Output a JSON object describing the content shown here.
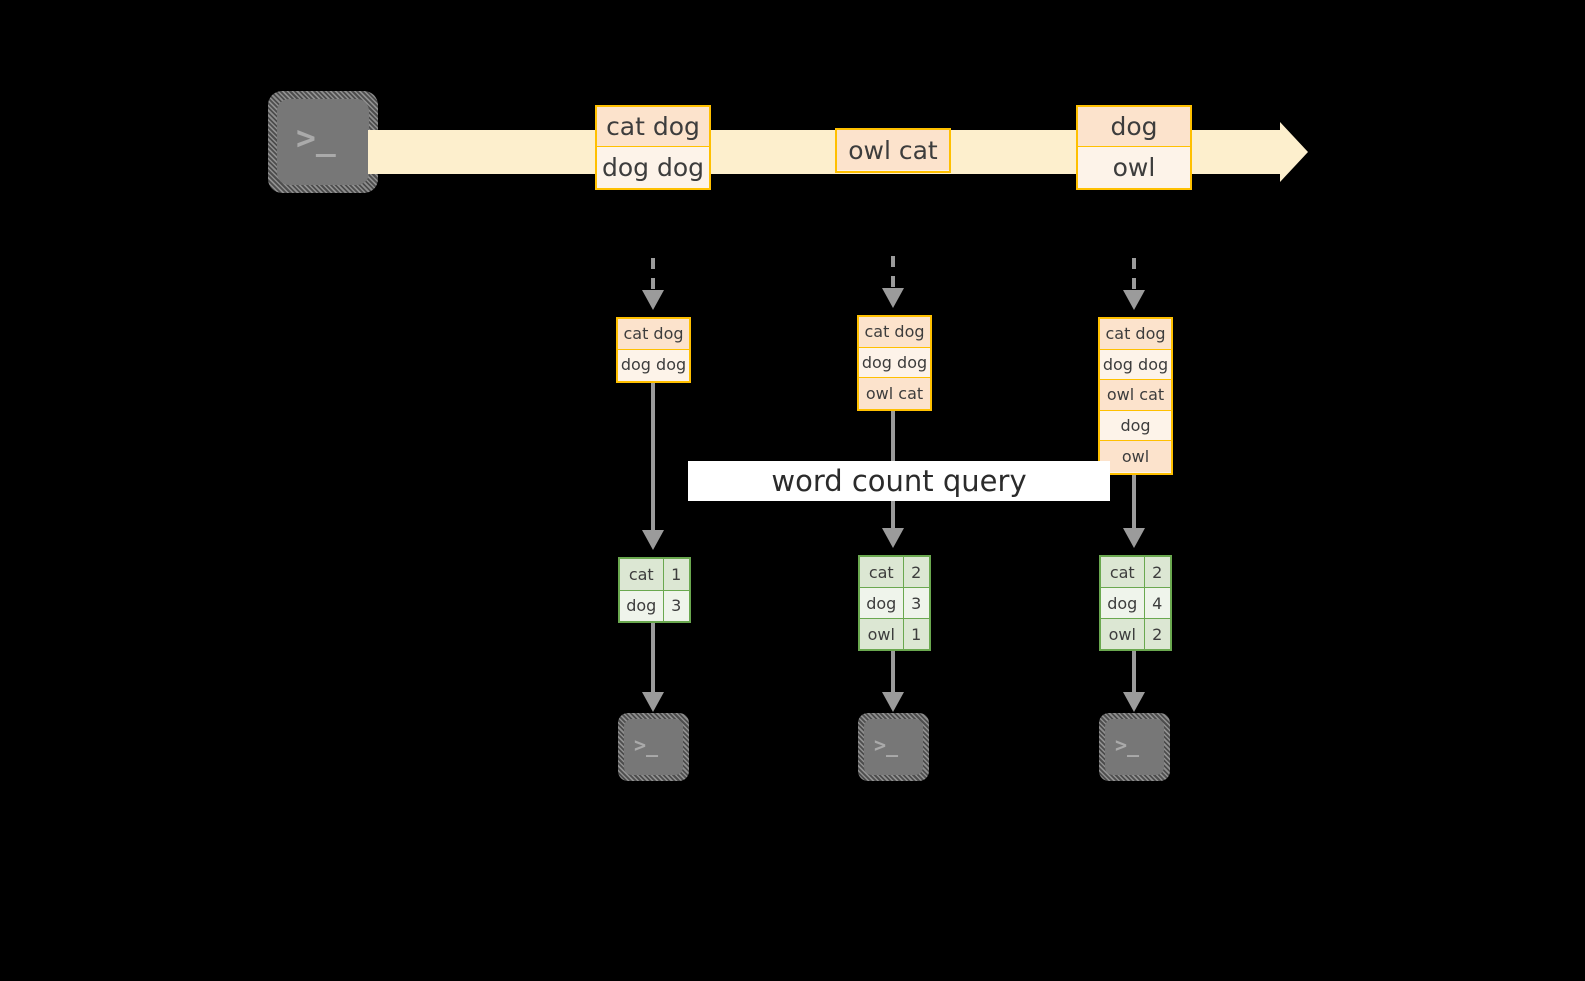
{
  "diagram": {
    "title_label": "word count query",
    "source": {
      "icon": "terminal-icon",
      "glyph": ">_"
    },
    "stream": {
      "arrow_color": "#FDEFCD",
      "border_color": "#FFC000",
      "messages": [
        {
          "id": "msg-1",
          "lines": [
            "cat dog",
            "dog dog"
          ]
        },
        {
          "id": "msg-2",
          "lines": [
            "owl cat"
          ]
        },
        {
          "id": "msg-3",
          "lines": [
            "dog",
            "owl"
          ]
        }
      ]
    },
    "snapshots": [
      {
        "id": "snapshot-1",
        "accumulated": [
          "cat dog",
          "dog dog"
        ],
        "counts": [
          {
            "word": "cat",
            "count": "1"
          },
          {
            "word": "dog",
            "count": "3"
          }
        ],
        "sink": {
          "icon": "terminal-icon",
          "glyph": ">_"
        }
      },
      {
        "id": "snapshot-2",
        "accumulated": [
          "cat dog",
          "dog dog",
          "owl cat"
        ],
        "counts": [
          {
            "word": "cat",
            "count": "2"
          },
          {
            "word": "dog",
            "count": "3"
          },
          {
            "word": "owl",
            "count": "1"
          }
        ],
        "sink": {
          "icon": "terminal-icon",
          "glyph": ">_"
        }
      },
      {
        "id": "snapshot-3",
        "accumulated": [
          "cat dog",
          "dog dog",
          "owl cat",
          "dog",
          "owl"
        ],
        "counts": [
          {
            "word": "cat",
            "count": "2"
          },
          {
            "word": "dog",
            "count": "4"
          },
          {
            "word": "owl",
            "count": "2"
          }
        ],
        "sink": {
          "icon": "terminal-icon",
          "glyph": ">_"
        }
      }
    ],
    "colors": {
      "orange_border": "#FFC000",
      "orange_fill_dark": "#FCE3CC",
      "orange_fill_light": "#FDF3E9",
      "green_border": "#6AA84F",
      "green_fill_dark": "#DCE7D3",
      "green_fill_light": "#EFF4EB",
      "arrow_gray": "#9B9B9B",
      "terminal_gray": "#777777",
      "background": "#000000",
      "label_background": "#FFFFFF"
    }
  }
}
